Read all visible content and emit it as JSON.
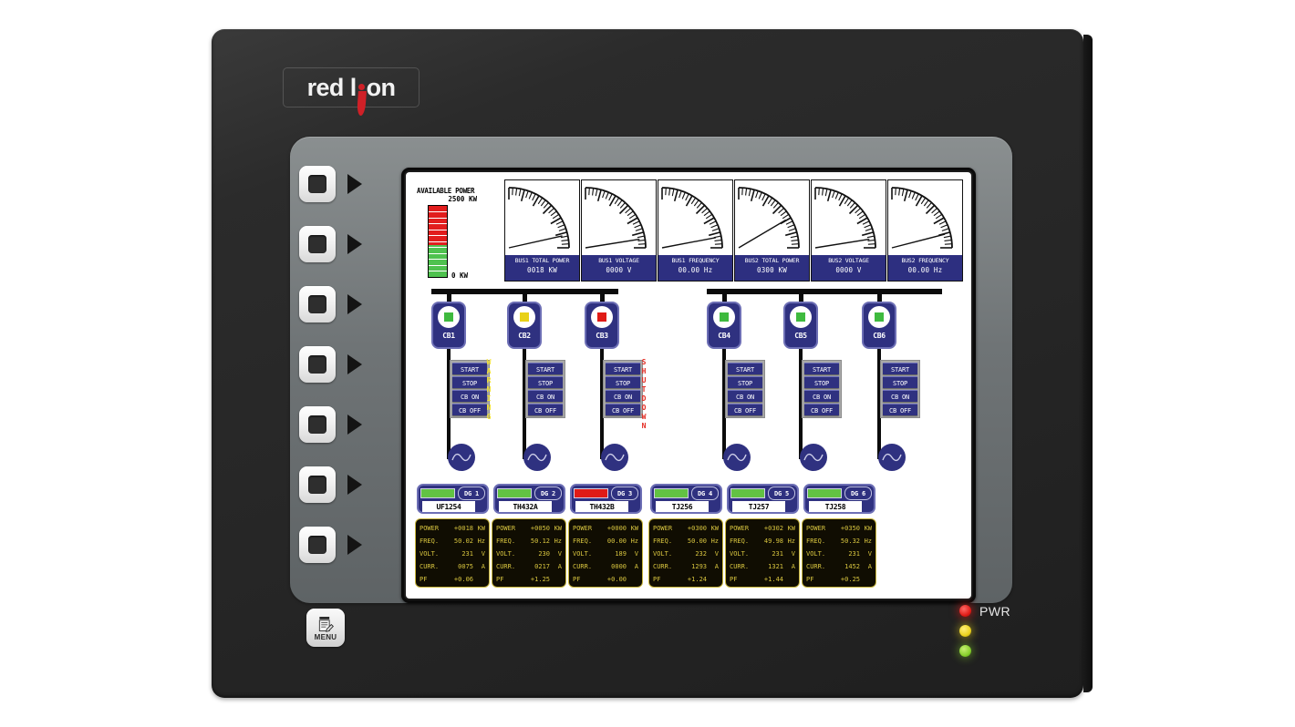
{
  "device": {
    "brand": "red lion",
    "menu_label": "MENU",
    "power_label": "PWR",
    "leds": [
      "red",
      "yellow",
      "green"
    ],
    "bezel_key_count": 7
  },
  "screen": {
    "available_power": {
      "title": "AVAILABLE POWER",
      "max_label": "2500 KW",
      "min_label": "0 KW",
      "red_pct": 55,
      "green_pct": 45
    },
    "gauges": [
      {
        "label": "BUS1 TOTAL POWER",
        "value": "0018 KW",
        "needle": 14
      },
      {
        "label": "BUS1 VOLTAGE",
        "value": "0000  V",
        "needle": 10
      },
      {
        "label": "BUS1 FREQUENCY",
        "value": "00.00 Hz",
        "needle": 12
      },
      {
        "label": "BUS2 TOTAL POWER",
        "value": "0300 KW",
        "needle": 34
      },
      {
        "label": "BUS2 VOLTAGE",
        "value": "0000  V",
        "needle": 10
      },
      {
        "label": "BUS2 FREQUENCY",
        "value": "00.00 Hz",
        "needle": 16
      }
    ],
    "breakers": [
      {
        "name": "CB1",
        "state_color": "#3fba3f"
      },
      {
        "name": "CB2",
        "state_color": "#e8d117"
      },
      {
        "name": "CB3",
        "state_color": "#e01b16"
      },
      {
        "name": "CB4",
        "state_color": "#3fba3f"
      },
      {
        "name": "CB5",
        "state_color": "#3fba3f"
      },
      {
        "name": "CB6",
        "state_color": "#3fba3f"
      }
    ],
    "control_buttons": [
      "START",
      "STOP",
      "CB ON",
      "CB OFF"
    ],
    "alarms": [
      {
        "text": "WARNING",
        "color": "#f2e232"
      },
      {
        "text": "SHUTDOWN",
        "color": "#e32b22"
      }
    ],
    "generators": [
      {
        "badge": "DG 1",
        "tag": "UF1254",
        "led_color": "#62c243"
      },
      {
        "badge": "DG 2",
        "tag": "TH432A",
        "led_color": "#62c243"
      },
      {
        "badge": "DG 3",
        "tag": "TH432B",
        "led_color": "#e01b16"
      },
      {
        "badge": "DG 4",
        "tag": "TJ256",
        "led_color": "#62c243"
      },
      {
        "badge": "DG 5",
        "tag": "TJ257",
        "led_color": "#62c243"
      },
      {
        "badge": "DG 6",
        "tag": "TJ258",
        "led_color": "#62c243"
      }
    ],
    "data_keys": [
      "POWER",
      "FREQ.",
      "VOLT.",
      "CURR.",
      "PF"
    ],
    "data_panels": [
      {
        "power": "+0018",
        "power_u": "KW",
        "freq": "50.02",
        "freq_u": "Hz",
        "volt": "231",
        "volt_u": "V",
        "curr": "0075",
        "curr_u": "A",
        "pf": "+0.06"
      },
      {
        "power": "+0050",
        "power_u": "KW",
        "freq": "50.12",
        "freq_u": "Hz",
        "volt": "230",
        "volt_u": "V",
        "curr": "0217",
        "curr_u": "A",
        "pf": "+1.25"
      },
      {
        "power": "+0000",
        "power_u": "KW",
        "freq": "00.00",
        "freq_u": "Hz",
        "volt": "189",
        "volt_u": "V",
        "curr": "0000",
        "curr_u": "A",
        "pf": "+0.00"
      },
      {
        "power": "+0300",
        "power_u": "KW",
        "freq": "50.00",
        "freq_u": "Hz",
        "volt": "232",
        "volt_u": "V",
        "curr": "1293",
        "curr_u": "A",
        "pf": "+1.24"
      },
      {
        "power": "+0302",
        "power_u": "KW",
        "freq": "49.98",
        "freq_u": "Hz",
        "volt": "231",
        "volt_u": "V",
        "curr": "1321",
        "curr_u": "A",
        "pf": "+1.44"
      },
      {
        "power": "+0350",
        "power_u": "KW",
        "freq": "50.32",
        "freq_u": "Hz",
        "volt": "231",
        "volt_u": "V",
        "curr": "1452",
        "curr_u": "A",
        "pf": "+0.25"
      }
    ],
    "colors": {
      "panel_blue": "#2f3180",
      "screen_bg": "#ffffff",
      "data_amber": "#d8c53f",
      "bus_black": "#0b0b0b"
    }
  }
}
